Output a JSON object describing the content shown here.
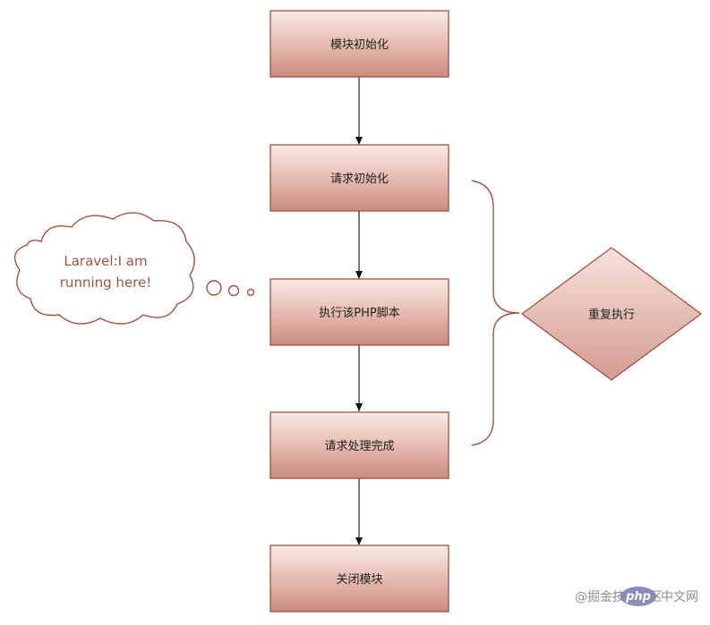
{
  "diagram": {
    "steps": [
      {
        "label": "模块初始化"
      },
      {
        "label": "请求初始化"
      },
      {
        "label": "执行该PHP脚本"
      },
      {
        "label": "请求处理完成"
      },
      {
        "label": "关闭模块"
      }
    ],
    "loop": {
      "label": "重复执行"
    },
    "thought": {
      "line1": "Laravel:I am",
      "line2": "running here!"
    }
  },
  "watermark": {
    "text": "@掘金技术社区",
    "php_logo": "php",
    "site": "中文网"
  },
  "colors": {
    "box_top": "#f9e9e4",
    "box_bottom": "#cf958a",
    "border": "#a0523d",
    "cloud_text": "#a0523d",
    "diamond_top": "#f5dcd5",
    "diamond_bottom": "#d49e93",
    "php_blue": "#7d86b3"
  }
}
